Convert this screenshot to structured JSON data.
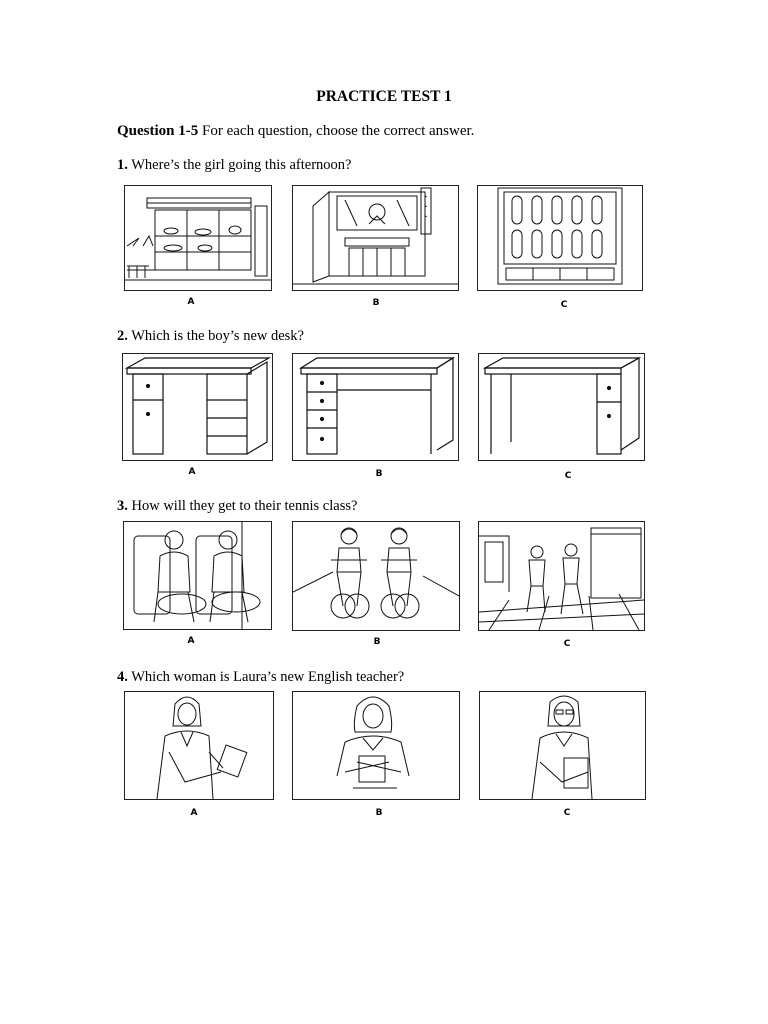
{
  "title": "PRACTICE TEST 1",
  "instruction": {
    "bold": "Question 1-5",
    "text": " For each question, choose the correct answer."
  },
  "questions": [
    {
      "number": "1.",
      "text": " Where’s the girl going this afternoon?",
      "options": [
        "A",
        "B",
        "C"
      ]
    },
    {
      "number": "2.",
      "text": " Which is the boy’s new desk?",
      "options": [
        "A",
        "B",
        "C"
      ]
    },
    {
      "number": "3.",
      "text": " How will they get to their tennis class?",
      "options": [
        "A",
        "B",
        "C"
      ]
    },
    {
      "number": "4.",
      "text": " Which woman is Laura’s new English teacher?",
      "options": [
        "A",
        "B",
        "C"
      ]
    }
  ]
}
